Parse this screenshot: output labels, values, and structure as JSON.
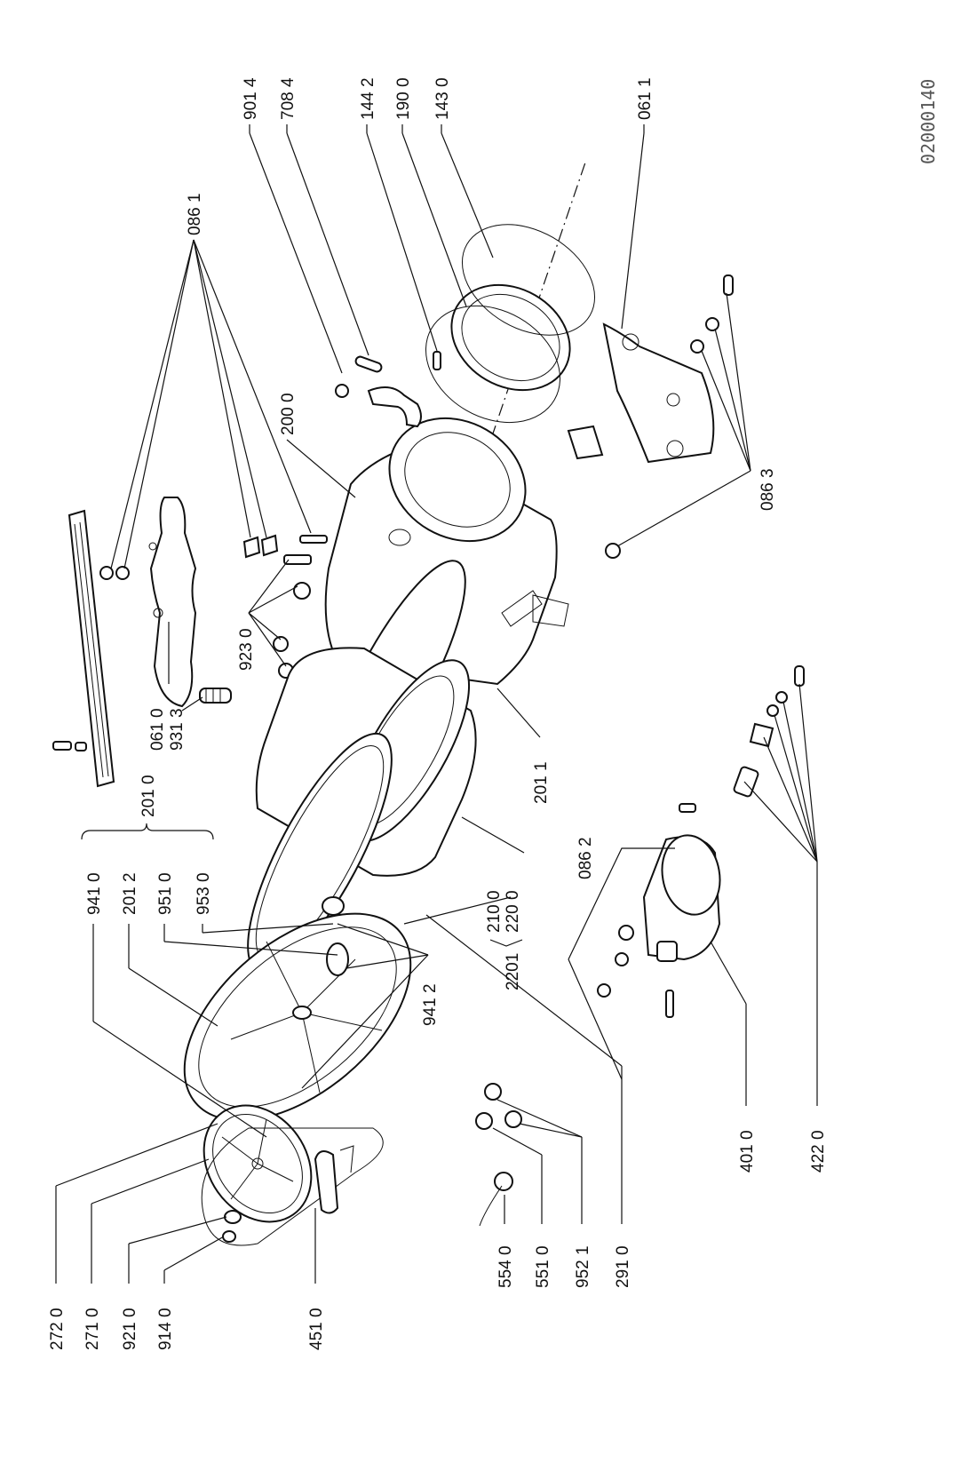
{
  "doc_code": "02000140",
  "labels": {
    "p9014": "901 4",
    "p7084": "708 4",
    "p1442": "144 2",
    "p1900": "190 0",
    "p1430": "143 0",
    "p0611": "061 1",
    "p0861": "086 1",
    "p2000": "200 0",
    "p9230": "923 0",
    "p0863": "086 3",
    "p0610": "061 0",
    "p9313": "931 3",
    "p2010": "201 0",
    "p2011": "201 1",
    "p9410": "941 0",
    "p2012": "201 2",
    "p9510": "951 0",
    "p9530": "953 0",
    "p2100": "210 0",
    "p2200": "220 0",
    "p2201": "2201",
    "p0862": "086 2",
    "p9412": "941 2",
    "p2720": "272 0",
    "p2710": "271 0",
    "p9210": "921 0",
    "p9140": "914 0",
    "p4510": "451 0",
    "p5540": "554 0",
    "p5510": "551 0",
    "p9521": "952 1",
    "p2910": "291 0",
    "p4010": "401 0",
    "p4220": "422 0"
  }
}
